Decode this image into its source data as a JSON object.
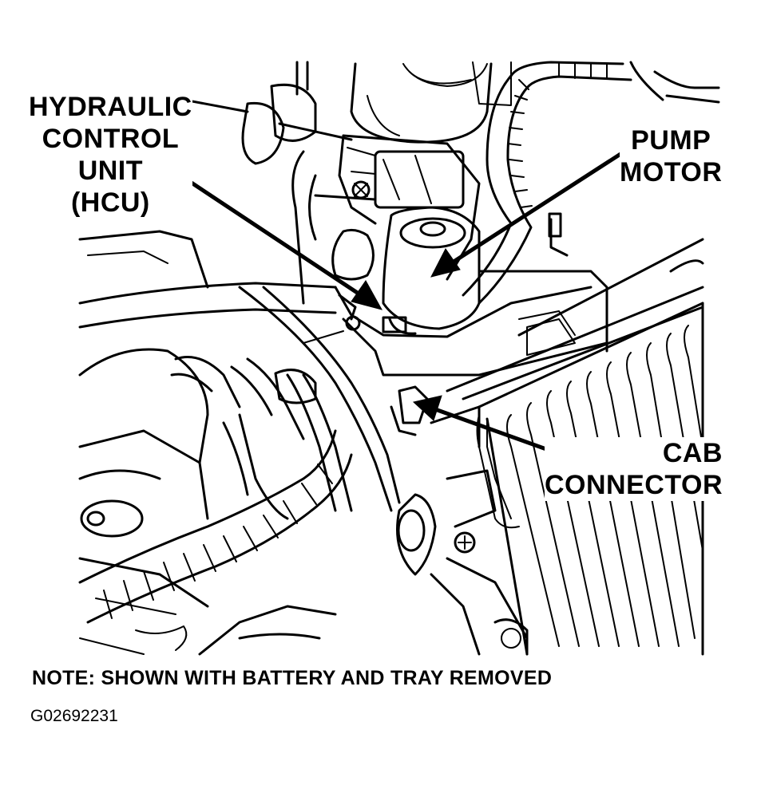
{
  "labels": {
    "hcu": [
      "HYDRAULIC",
      "CONTROL",
      "UNIT",
      "(HCU)"
    ],
    "pump_motor": [
      "PUMP",
      "MOTOR"
    ],
    "cab_connector": [
      "CAB",
      "CONNECTOR"
    ]
  },
  "note": "NOTE: SHOWN WITH BATTERY AND TRAY REMOVED",
  "figure_id": "G02692231",
  "colors": {
    "ink": "#000000",
    "paper": "#ffffff"
  }
}
